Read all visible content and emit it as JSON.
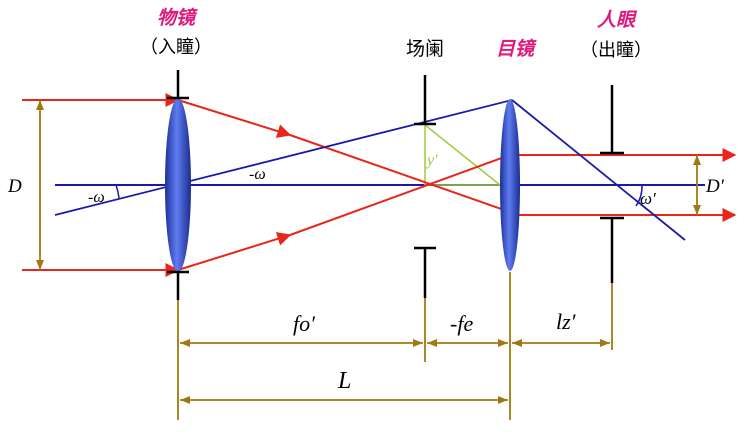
{
  "labels": {
    "objective": "物镜",
    "entrance_pupil": "（入瞳）",
    "field_stop": "场阑",
    "eyepiece": "目镜",
    "eye": "人眼",
    "exit_pupil": "（出瞳）",
    "D": "D",
    "D_prime": "D′",
    "omega_left": "-ω",
    "omega_mid": "-ω",
    "omega_prime": "ω′",
    "y_prime": "y′",
    "fo": "fo′",
    "fe": "-fe",
    "lz": "lz′",
    "L": "L"
  },
  "colors": {
    "ray_red": "#e8261b",
    "ray_blue": "#1a1aa8",
    "dimension": "#a07a10",
    "lens_blue": "#2a48c8",
    "magenta": "#e0197d",
    "green": "#9ccc3c",
    "stop": "#000000"
  }
}
